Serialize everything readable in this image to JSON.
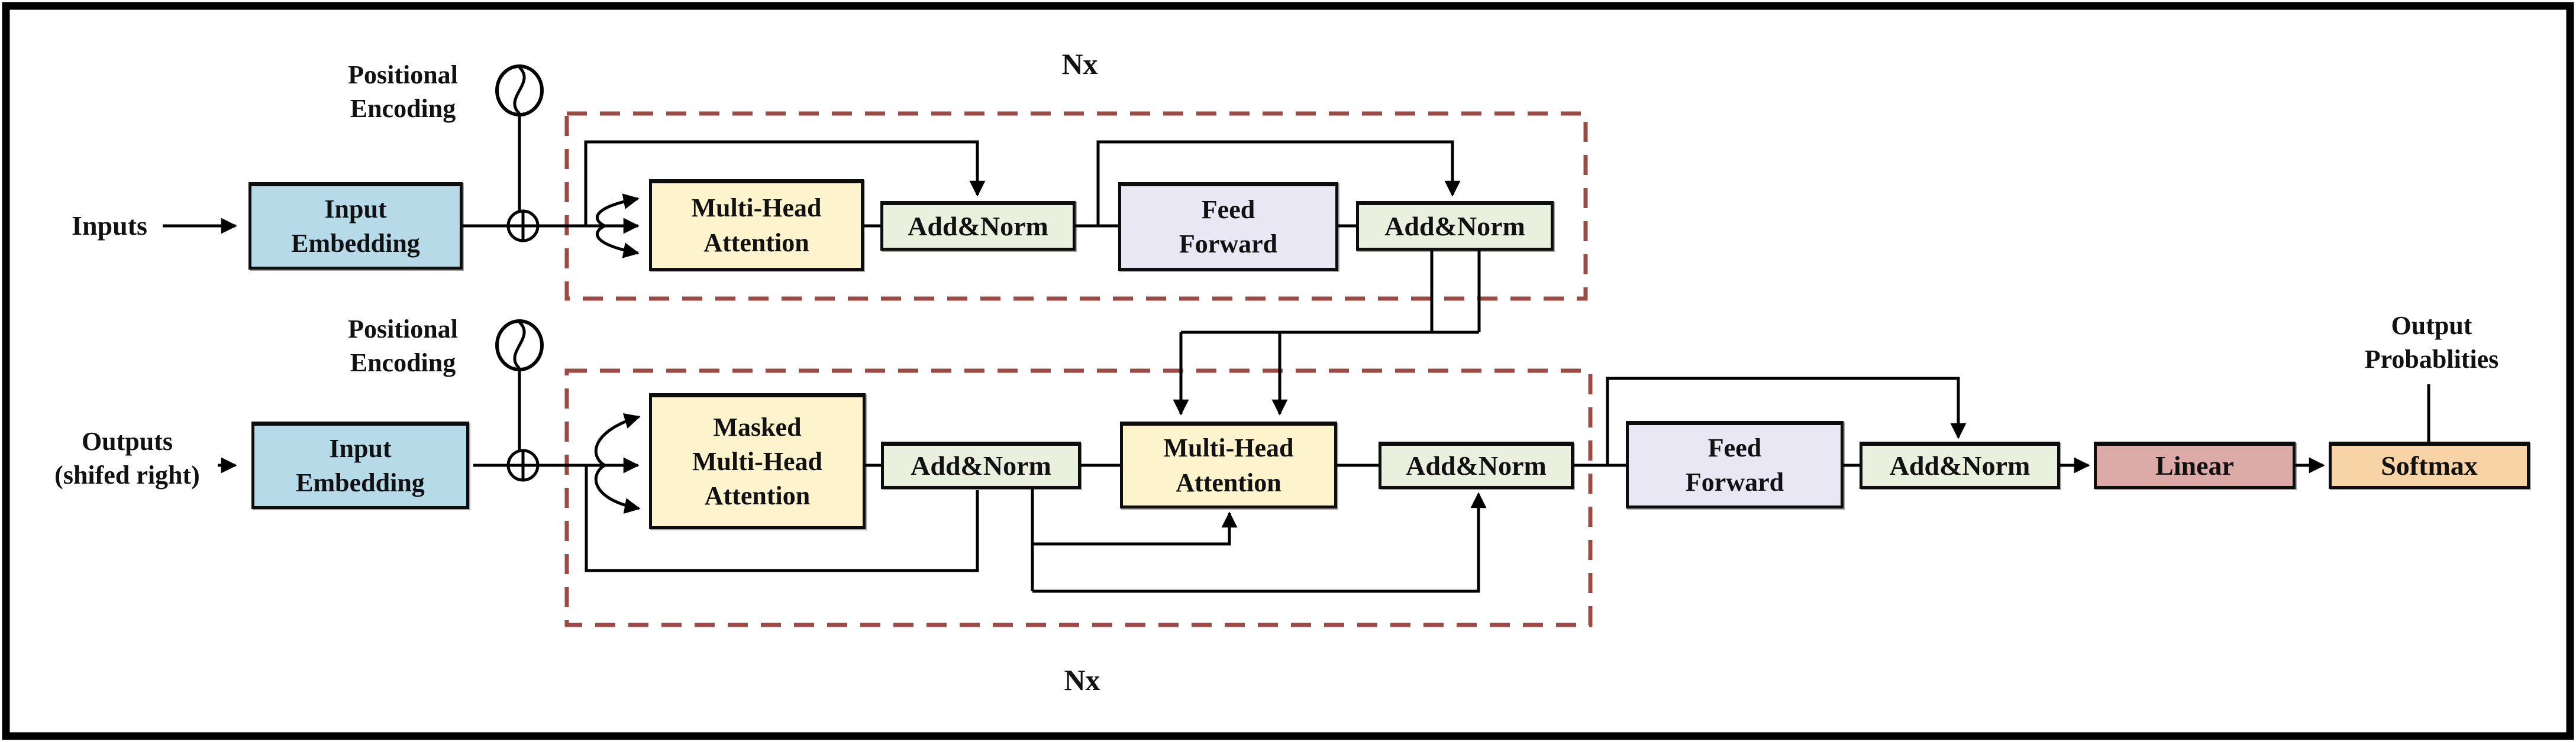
{
  "colors": {
    "embedding_fill": "#b7dae8",
    "attention_fill": "#fdf3cd",
    "addnorm_fill": "#e9f0dd",
    "feedforward_fill": "#e9e7f4",
    "linear_fill": "#dcaaa7",
    "softmax_fill": "#f8d3a6",
    "dashed_box_color": "#9c4b44",
    "line_color": "#000000"
  },
  "encoder": {
    "input_label": "Inputs",
    "embedding": {
      "line1": "Input",
      "line2": "Embedding"
    },
    "positional_encoding": {
      "line1": "Positional",
      "line2": "Encoding"
    },
    "repeat_label": "Nx",
    "multi_head_attention": {
      "line1": "Multi-Head",
      "line2": "Attention"
    },
    "add_norm_1": "Add&Norm",
    "feed_forward": {
      "line1": "Feed",
      "line2": "Forward"
    },
    "add_norm_2": "Add&Norm"
  },
  "decoder": {
    "output_label": {
      "line1": "Outputs",
      "line2": "(shifed right)"
    },
    "embedding": {
      "line1": "Input",
      "line2": "Embedding"
    },
    "positional_encoding": {
      "line1": "Positional",
      "line2": "Encoding"
    },
    "repeat_label": "Nx",
    "masked_multi_head_attention": {
      "line1": "Masked",
      "line2": "Multi-Head",
      "line3": "Attention"
    },
    "add_norm_1": "Add&Norm",
    "multi_head_attention": {
      "line1": "Multi-Head",
      "line2": "Attention"
    },
    "add_norm_2": "Add&Norm"
  },
  "output_head": {
    "feed_forward": {
      "line1": "Feed",
      "line2": "Forward"
    },
    "add_norm": "Add&Norm",
    "linear_label": "Linear",
    "softmax_label": "Softmax",
    "output_probabilities": {
      "line1": "Output",
      "line2": "Probablities"
    }
  }
}
